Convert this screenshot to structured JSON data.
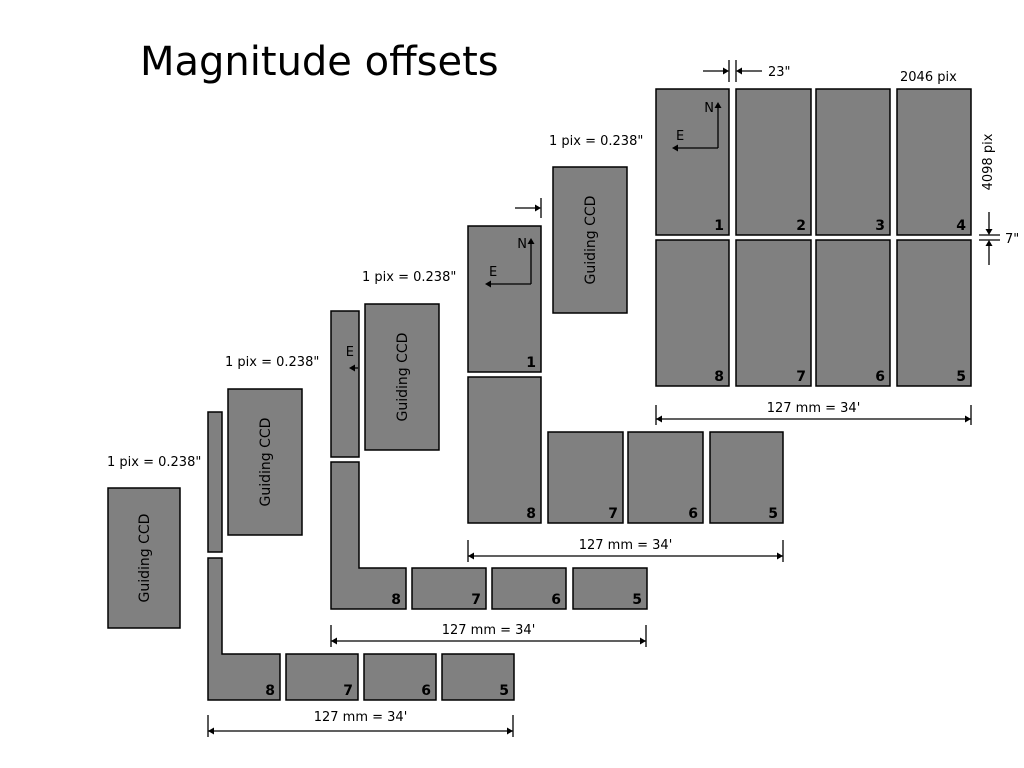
{
  "title": "Magnitude offsets",
  "scale_label": "1 pix = 0.238\"",
  "guiding_label": "Guiding CCD",
  "width_label": "127 mm = 34'",
  "gap_x_label": "23\"",
  "chip_w_label": "2046 pix",
  "chip_h_label": "4098 pix",
  "gap_y_label": "7\"",
  "compass": {
    "north": "N",
    "east": "E"
  },
  "chip_numbers_top": [
    "1",
    "2",
    "3",
    "4"
  ],
  "chip_numbers_bottom": [
    "8",
    "7",
    "6",
    "5"
  ]
}
